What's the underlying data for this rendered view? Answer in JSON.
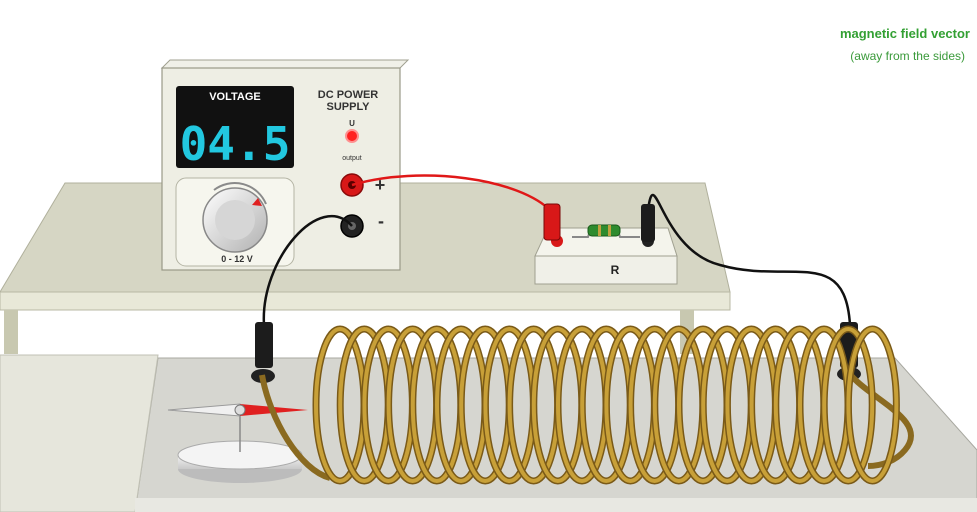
{
  "colors": {
    "accent": "#33a033",
    "subtitle": "#3a9a3a",
    "display_digits": "#22c8e0",
    "led": "#ff2020",
    "positive_terminal": "#d81818",
    "negative_terminal": "#222222",
    "coil": "#c8a038",
    "compass_needle": "#e02020"
  },
  "field_hint": {
    "title": "magnetic field vector",
    "subtitle": "(away from the sides)"
  },
  "power_supply": {
    "display_label": "VOLTAGE",
    "display_value": "04.5",
    "title_line1": "DC POWER",
    "title_line2": "SUPPLY",
    "indicator_label": "U",
    "output_label": "output",
    "range_label": "0 - 12 V",
    "plus_sign": "+",
    "minus_sign": "-"
  },
  "resistor_box": {
    "label": "R"
  },
  "icons": [
    "voltage-knob-icon",
    "led-icon",
    "compass-icon"
  ]
}
